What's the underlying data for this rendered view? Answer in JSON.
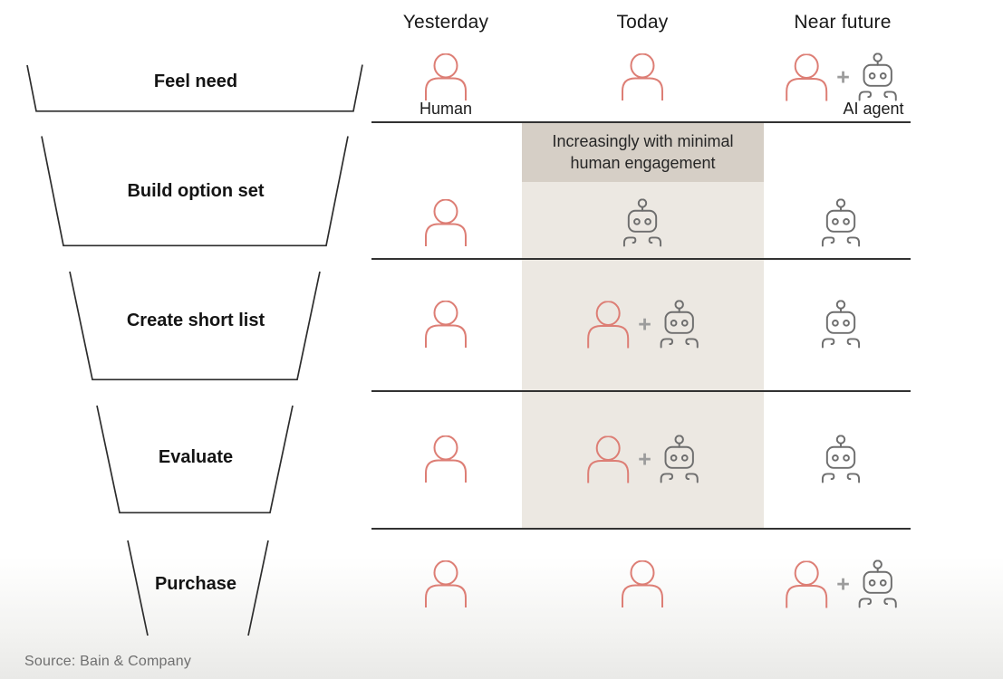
{
  "columns": [
    {
      "key": "yesterday",
      "label": "Yesterday"
    },
    {
      "key": "today",
      "label": "Today"
    },
    {
      "key": "near-future",
      "label": "Near future"
    }
  ],
  "funnel": {
    "stages": [
      {
        "key": "feel-need",
        "label": "Feel need"
      },
      {
        "key": "build-option-set",
        "label": "Build option set"
      },
      {
        "key": "create-short-list",
        "label": "Create short list"
      },
      {
        "key": "evaluate",
        "label": "Evaluate"
      },
      {
        "key": "purchase",
        "label": "Purchase"
      }
    ]
  },
  "legend": {
    "human_label": "Human",
    "ai_agent_label": "AI agent"
  },
  "highlight": {
    "text": "Increasingly with minimal human engagement"
  },
  "matrix": {
    "rows": [
      {
        "stage": "feel-need",
        "cells": [
          "human",
          "human",
          "human+robot"
        ]
      },
      {
        "stage": "build-option-set",
        "cells": [
          "human",
          "robot",
          "robot"
        ]
      },
      {
        "stage": "create-short-list",
        "cells": [
          "human",
          "human+robot",
          "robot"
        ]
      },
      {
        "stage": "evaluate",
        "cells": [
          "human",
          "human+robot",
          "robot"
        ]
      },
      {
        "stage": "purchase",
        "cells": [
          "human",
          "human",
          "human+robot"
        ]
      }
    ]
  },
  "source": {
    "text": "Source: Bain & Company"
  },
  "colors": {
    "human": "#dd7e75",
    "robot": "#6e6e6e",
    "plus": "#9c9c9c",
    "highlight_box": "#d6cfc6",
    "highlight_column": "#ece8e2",
    "divider": "#323232"
  }
}
